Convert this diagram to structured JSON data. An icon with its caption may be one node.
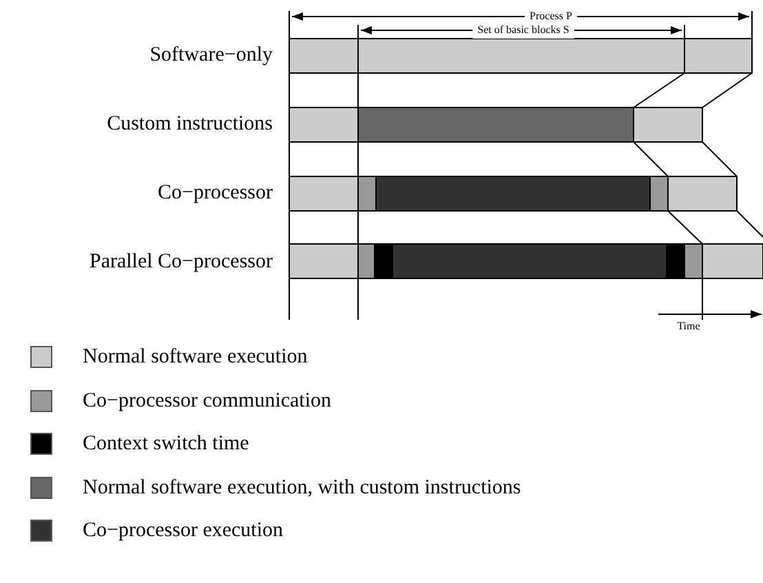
{
  "diagram": {
    "labels": [
      "Process P",
      "Set of basic blocks S",
      "Software−only",
      "Custom instructions",
      "Co−processor",
      "Parallel Co−processor",
      "Time"
    ],
    "legend": [
      {
        "text": "Normal software execution",
        "color": "#cccccc"
      },
      {
        "text": "Co−processor communication",
        "color": "#999999"
      },
      {
        "text": "Context switch time",
        "color": "#000000"
      },
      {
        "text": "Normal software execution, with custom instructions",
        "color": "#666666"
      },
      {
        "text": "Co−processor execution",
        "color": "#333333"
      }
    ]
  }
}
